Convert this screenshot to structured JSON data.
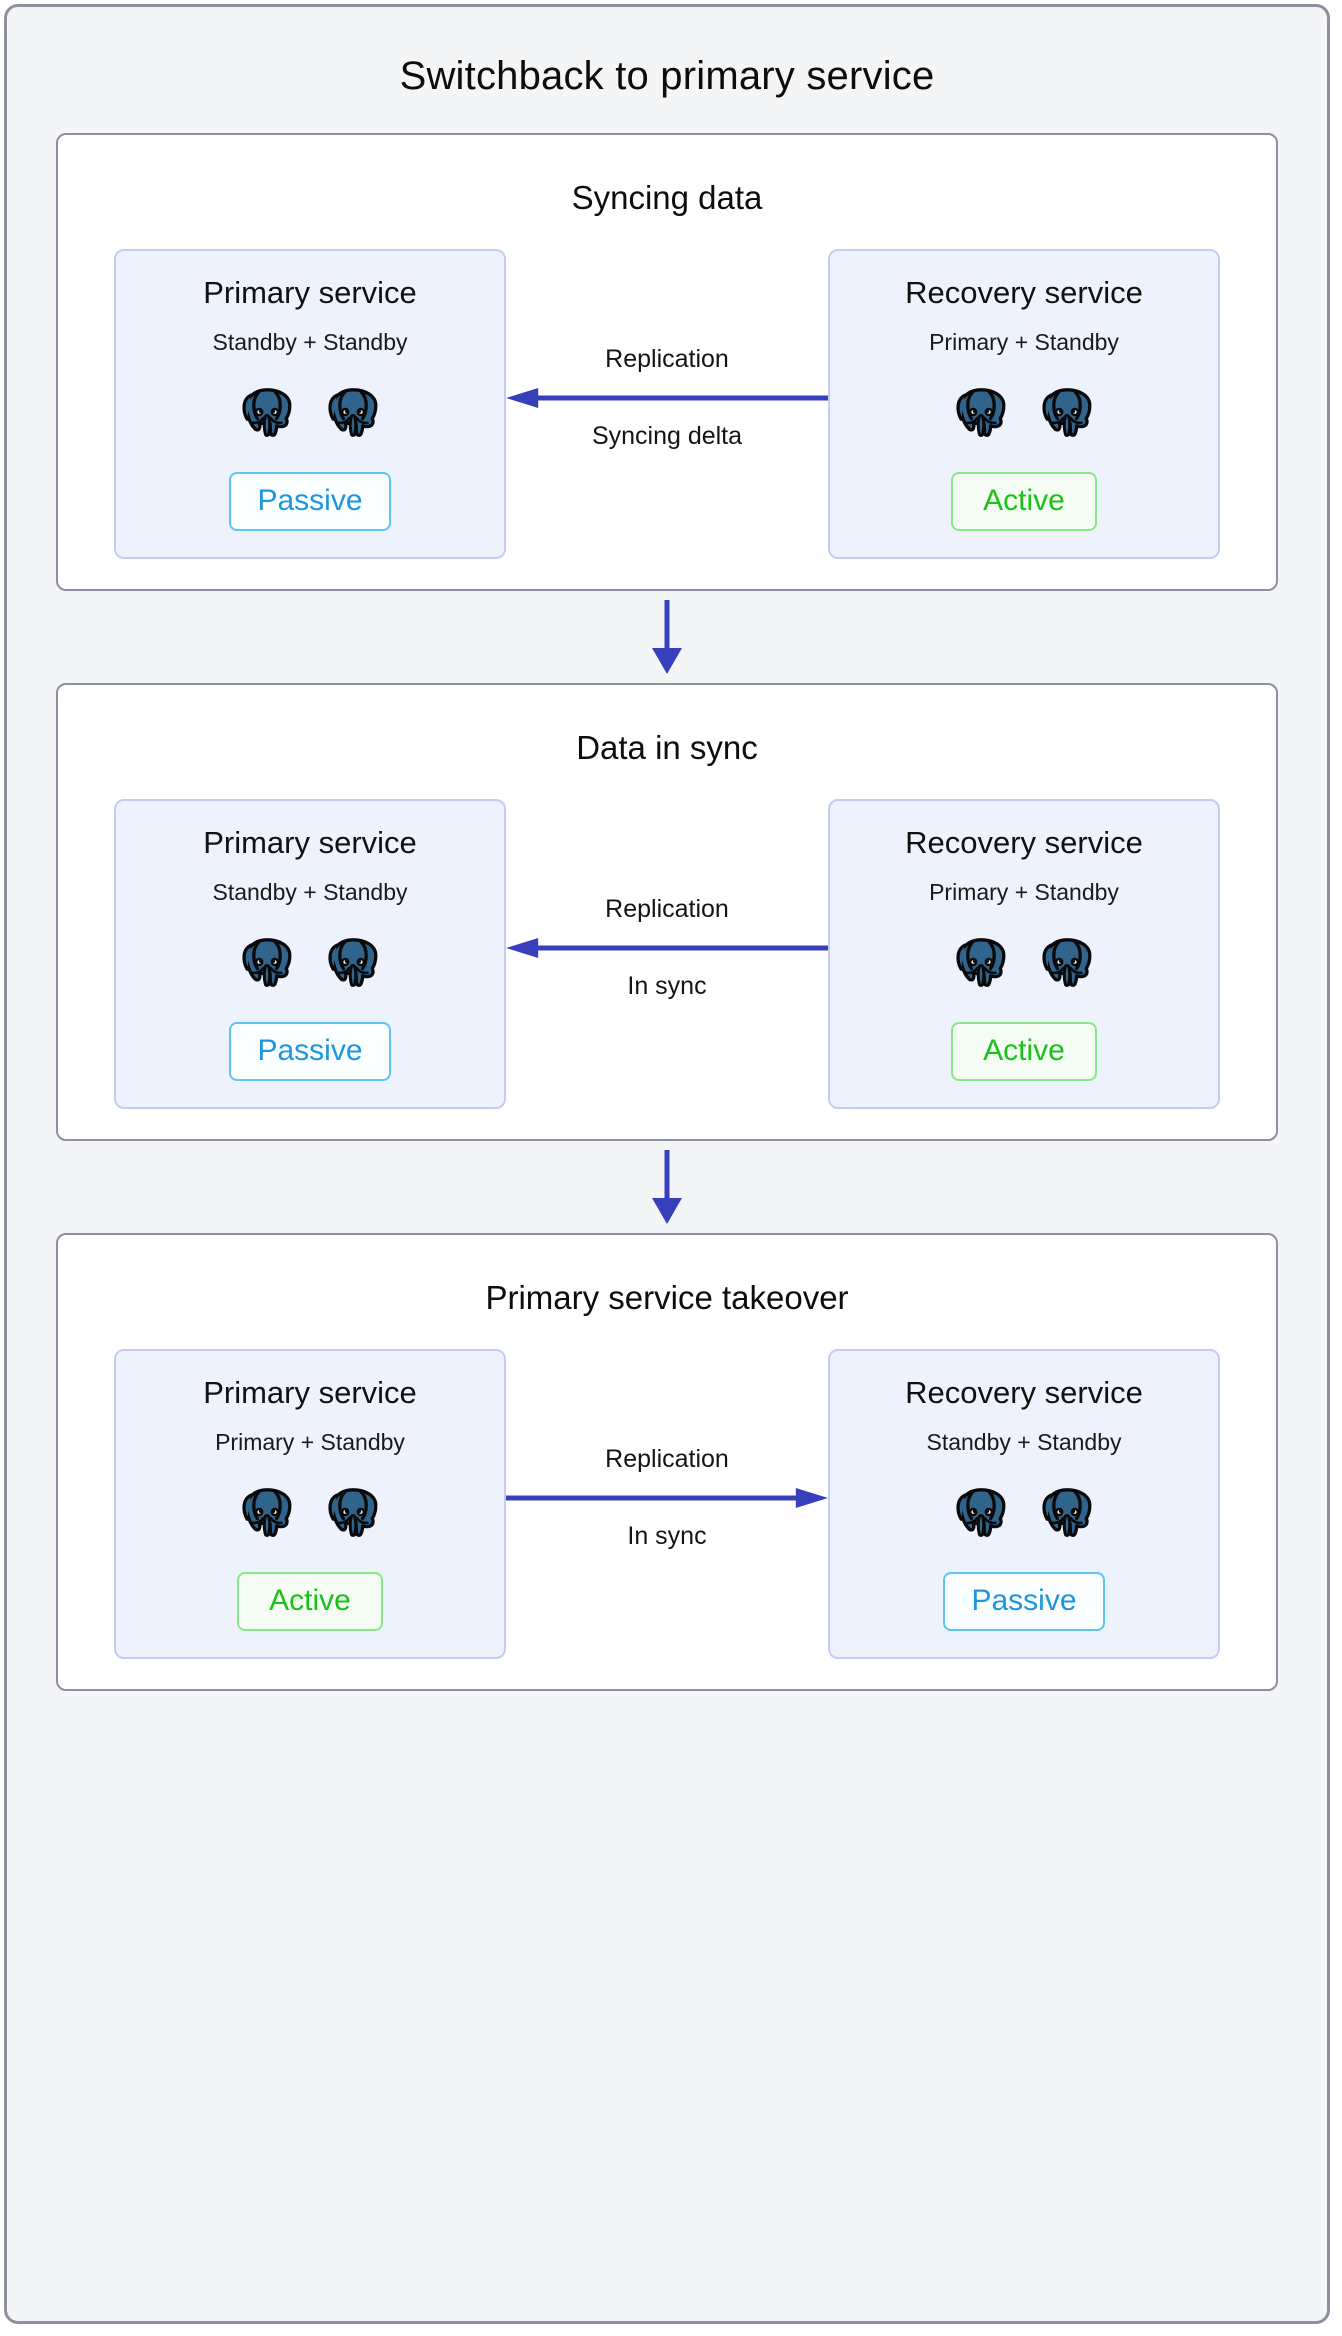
{
  "title": "Switchback to primary service",
  "colors": {
    "arrow": "#3740ba",
    "card_bg": "#eef2fd",
    "card_border": "#c3cdf2",
    "panel_border": "#8e8fa0",
    "page_bg": "#f4f5f7",
    "active_text": "#18c218",
    "active_border": "#86e986",
    "passive_text": "#1e96dd",
    "passive_border": "#5ec5f0",
    "pg_blue": "#31648c"
  },
  "flow_connector_icon": "arrow-down-icon",
  "stages": [
    {
      "title": "Syncing data",
      "left": {
        "name": "Primary service",
        "roles": "Standby + Standby",
        "nodes": [
          "postgres-elephant-icon",
          "postgres-elephant-icon"
        ],
        "status": "Passive",
        "status_kind": "passive"
      },
      "right": {
        "name": "Recovery service",
        "roles": "Primary + Standby",
        "nodes": [
          "postgres-elephant-icon",
          "postgres-elephant-icon"
        ],
        "status": "Active",
        "status_kind": "active"
      },
      "link": {
        "top_label": "Replication",
        "bottom_label": "Syncing delta",
        "direction": "left",
        "icon": "arrow-left-icon"
      }
    },
    {
      "title": "Data in sync",
      "left": {
        "name": "Primary service",
        "roles": "Standby + Standby",
        "nodes": [
          "postgres-elephant-icon",
          "postgres-elephant-icon"
        ],
        "status": "Passive",
        "status_kind": "passive"
      },
      "right": {
        "name": "Recovery service",
        "roles": "Primary + Standby",
        "nodes": [
          "postgres-elephant-icon",
          "postgres-elephant-icon"
        ],
        "status": "Active",
        "status_kind": "active"
      },
      "link": {
        "top_label": "Replication",
        "bottom_label": "In sync",
        "direction": "left",
        "icon": "arrow-left-icon"
      }
    },
    {
      "title": "Primary service takeover",
      "left": {
        "name": "Primary service",
        "roles": "Primary + Standby",
        "nodes": [
          "postgres-elephant-icon",
          "postgres-elephant-icon"
        ],
        "status": "Active",
        "status_kind": "active"
      },
      "right": {
        "name": "Recovery service",
        "roles": "Standby + Standby",
        "nodes": [
          "postgres-elephant-icon",
          "postgres-elephant-icon"
        ],
        "status": "Passive",
        "status_kind": "passive"
      },
      "link": {
        "top_label": "Replication",
        "bottom_label": "In sync",
        "direction": "right",
        "icon": "arrow-right-icon"
      }
    }
  ]
}
